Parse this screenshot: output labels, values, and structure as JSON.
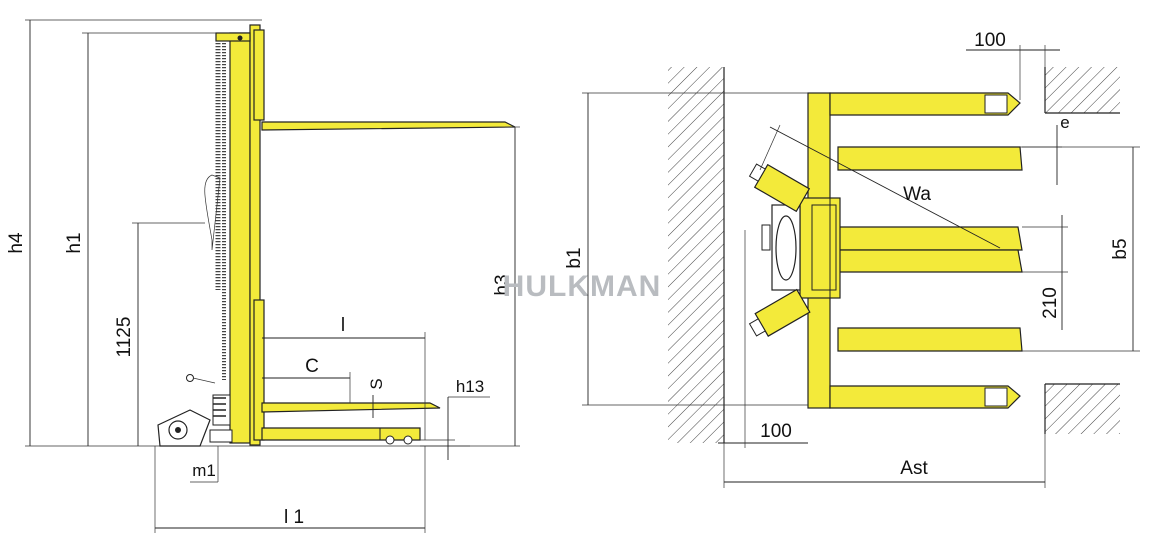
{
  "watermark": "HULKMAN",
  "side_view": {
    "labels": {
      "h4": "h4",
      "h1": "h1",
      "h3": "h3",
      "h1125": "1125",
      "l": "l",
      "c": "C",
      "s": "S",
      "h13": "h13",
      "m1": "m1",
      "l1": "l 1"
    }
  },
  "top_view": {
    "labels": {
      "d100_top": "100",
      "e": "e",
      "wa": "Wa",
      "b1": "b1",
      "b5": "b5",
      "d210": "210",
      "d100_bottom": "100",
      "ast": "Ast"
    }
  },
  "colors": {
    "body": "#f3ea3a",
    "outline": "#222222",
    "watermark": "#b9bcc0"
  }
}
